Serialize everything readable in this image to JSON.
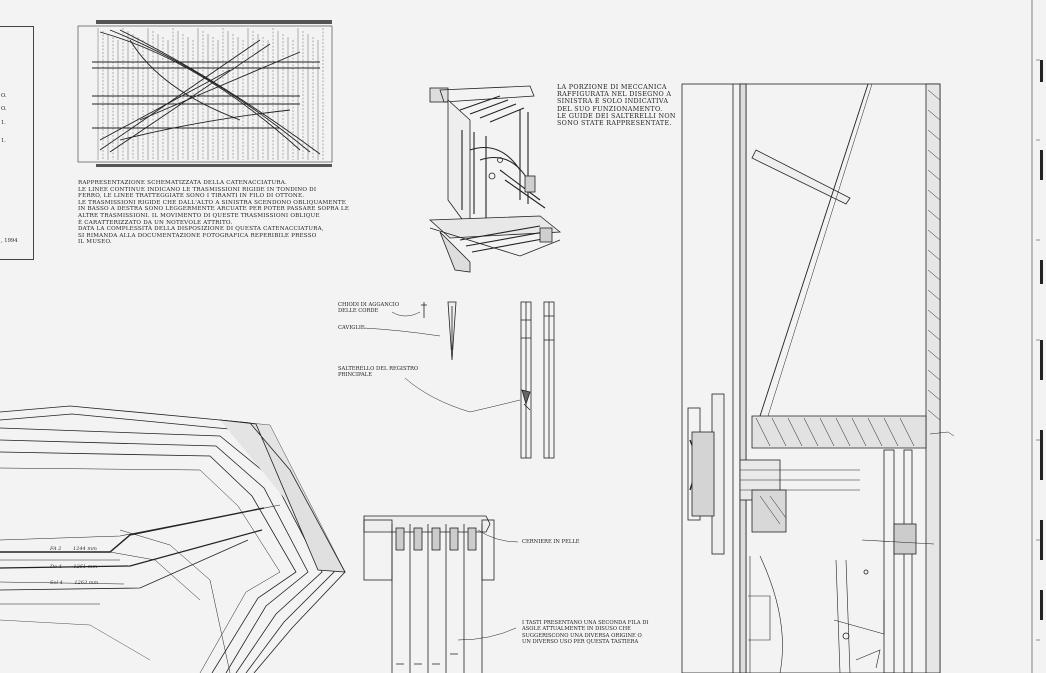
{
  "chain_caption": [
    "Rappresentazione schematizzata della catenacciatura.",
    "Le linee continue indicano le trasmissioni rigide in tondino di",
    "ferro, le linee tratteggiate sono i tiranti in filo di ottone.",
    "Le trasmissioni rigide che dall'alto a sinistra scendono obliquamente",
    "in basso a destra sono leggermente arcuate per poter passare sopra le",
    "altre trasmissioni. Il movimento di queste trasmissioni oblique",
    "è caratterizzato da un notevole attrito.",
    "Data la complessità della disposizione di questa catenacciatura,",
    "si rimanda alla documentazione fotografica reperibile presso",
    "il Museo."
  ],
  "mechanism_note": [
    "La porzione di meccanica",
    "raffigurata nel disegno a",
    "sinistra è solo indicativa",
    "del suo funzionamento.",
    "Le guide dei salterelli non",
    "sono state rappresentate."
  ],
  "labels": {
    "hitch_pins": [
      "Chiodi di aggancio",
      "delle corde"
    ],
    "tuning_pins": "Caviglie",
    "jack": [
      "Salterello del registro",
      "principale"
    ],
    "leather_hinge": "Cerniere in pelle",
    "keys_note": [
      "I tasti presentano una seconda fila di",
      "asole attualmente in disuso che",
      "suggeriscono una diversa origine o",
      "un diverso uso per questa tastiera"
    ]
  },
  "left_margin_fragments": [
    "o.",
    "o.",
    "1.",
    "1.",
    ", 1994"
  ],
  "string_lengths": [
    {
      "note": "FA 2",
      "length": "1244 mm"
    },
    {
      "note": "Do 4",
      "length": "1261 mm"
    },
    {
      "note": "Sol 4",
      "length": "1263 mm"
    }
  ]
}
